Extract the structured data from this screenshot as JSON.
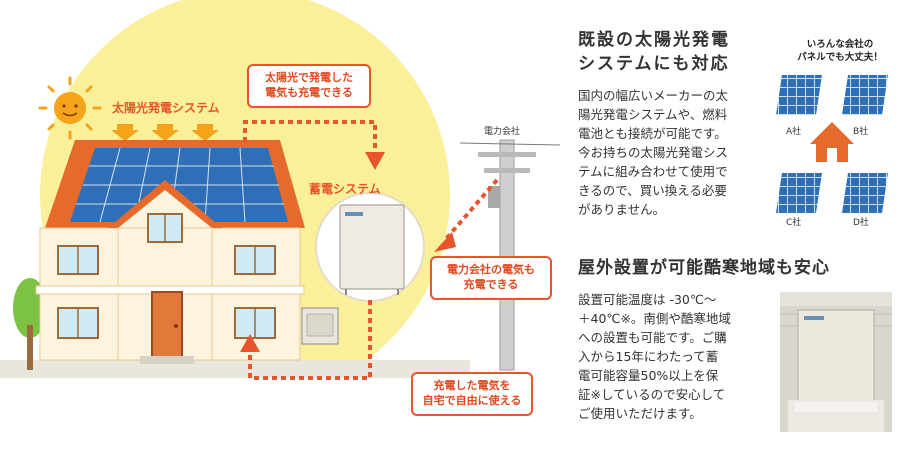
{
  "illustration": {
    "solar_label": "太陽光発電システム",
    "storage_label": "蓄電システム",
    "power_company_label": "電力会社",
    "callout_solar": [
      "太陽光で発電した",
      "電気も充電できる"
    ],
    "callout_grid": [
      "電力会社の電気も",
      "充電できる"
    ],
    "callout_home": [
      "充電した電気を",
      "自宅で自由に使える"
    ]
  },
  "section1": {
    "heading_lines": [
      "既設の太陽光発電",
      "システムにも対応"
    ],
    "body_lines": [
      "国内の幅広いメーカーの太",
      "陽光発電システムや、燃料",
      "電池とも接続が可能です。",
      "今お持ちの太陽光発電シス",
      "テムに組み合わせて使用で",
      "きるので、買い換える必要",
      "がありません。"
    ],
    "panel_note_lines": [
      "いろんな会社の",
      "パネルでも大丈夫！"
    ],
    "company_a": "A社",
    "company_b": "B社",
    "company_c": "C社",
    "company_d": "D社"
  },
  "section2": {
    "heading": "屋外設置が可能酷寒地域も安心",
    "body_lines": [
      "設置可能温度は -30℃〜",
      "＋40℃※。南側や酷寒地域",
      "への設置も可能です。ご購",
      "入から15年にわたって蓄",
      "電可能容量50%以上を保",
      "証※しているので安心して",
      "ご使用いただけます。"
    ]
  },
  "colors": {
    "accent": "#e8552b",
    "sun_bg": "#fbf09a",
    "roof": "#e56a2c",
    "panel": "#2f6fb8",
    "wall": "#fcf4dc"
  }
}
